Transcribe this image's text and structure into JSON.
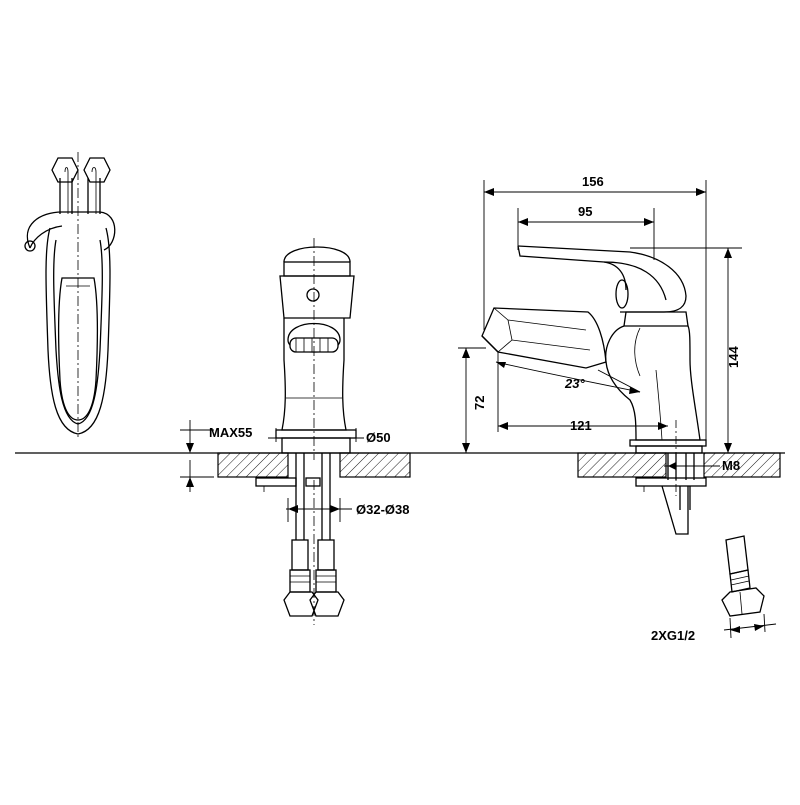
{
  "dimensions": {
    "max_thickness": "MAX55",
    "base_diameter": "Ø50",
    "hole_diameter": "Ø32-Ø38",
    "overall_length": "156",
    "handle_length": "95",
    "height": "144",
    "spout_height": "72",
    "spout_reach": "121",
    "pullout_angle": "23°",
    "stud_thread": "M8",
    "hose_connection": "2XG1/2"
  }
}
